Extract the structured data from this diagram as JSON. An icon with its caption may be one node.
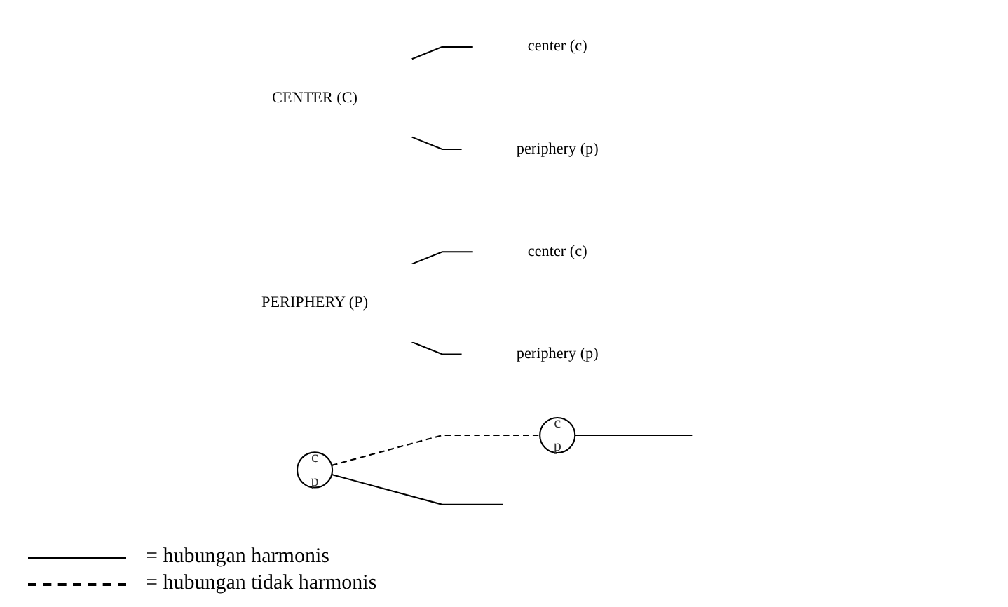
{
  "diagram": {
    "nodes": [
      {
        "text": [
          "CENTER (C)"
        ]
      },
      {
        "text": [
          "center (c)"
        ]
      },
      {
        "text": [
          "periphery (p)"
        ]
      },
      {
        "text": [
          "PERIPHERY (P)"
        ]
      },
      {
        "text": [
          "center (c)"
        ]
      },
      {
        "text": [
          "periphery (p)"
        ]
      },
      {
        "text": [
          "c",
          "p"
        ]
      },
      {
        "text": [
          "c",
          "p"
        ]
      }
    ],
    "edges": [
      {
        "from": 0,
        "to": 1,
        "arrow": "none"
      },
      {
        "from": 0,
        "to": 2,
        "arrow": "none"
      },
      {
        "from": 3,
        "to": 4,
        "arrow": "none"
      },
      {
        "from": 3,
        "to": 5,
        "arrow": "none"
      },
      {
        "from": 6,
        "to": 7,
        "arrow": "none",
        "style": "dashed"
      },
      {
        "from": 6,
        "to": null,
        "arrow": "none"
      },
      {
        "from": 7,
        "to": null,
        "arrow": "none"
      }
    ],
    "legend": [
      {
        "text": "= hubungan harmonis"
      },
      {
        "text": "= hubungan tidak harmonis"
      }
    ]
  }
}
